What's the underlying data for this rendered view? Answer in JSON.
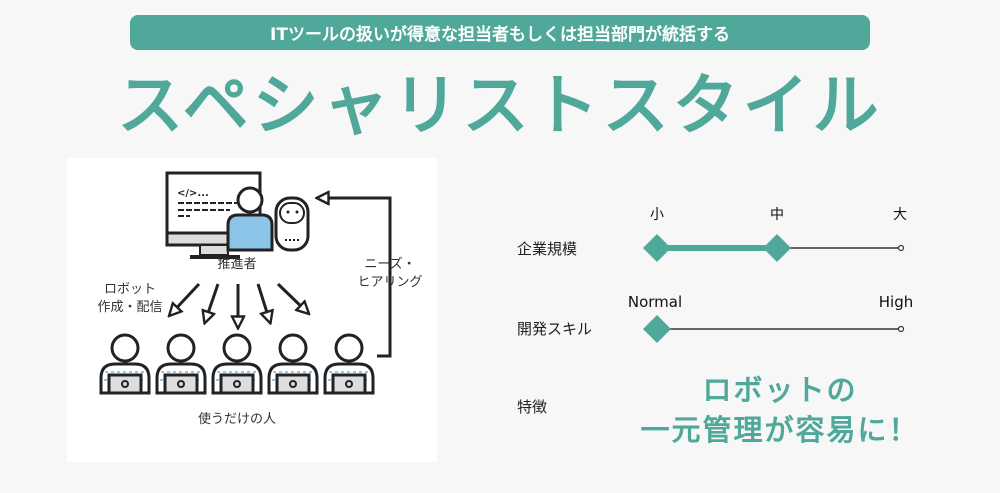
{
  "banner": "ITツールの扱いが得意な担当者もしくは担当部門が統括する",
  "title": "スペシャリストスタイル",
  "illustration": {
    "promoter": "推進者",
    "distribute_line1": "ロボット",
    "distribute_line2": "作成・配信",
    "needs_line1": "ニーズ・",
    "needs_line2": "ヒアリング",
    "users": "使うだけの人"
  },
  "rating": {
    "company_size": {
      "label": "企業規模",
      "ticks": [
        "小",
        "中",
        "大"
      ],
      "range": [
        "小",
        "中"
      ]
    },
    "dev_skill": {
      "label": "開発スキル",
      "ticks": [
        "Normal",
        "High"
      ],
      "level": "Normal"
    },
    "feature": {
      "label": "特徴",
      "line1": "ロボットの",
      "line2": "一元管理が容易に！"
    }
  },
  "colors": {
    "accent": "#4fa89a",
    "user_stripe": "#8cc8ec",
    "promoter_shirt": "#8cc4e8"
  }
}
